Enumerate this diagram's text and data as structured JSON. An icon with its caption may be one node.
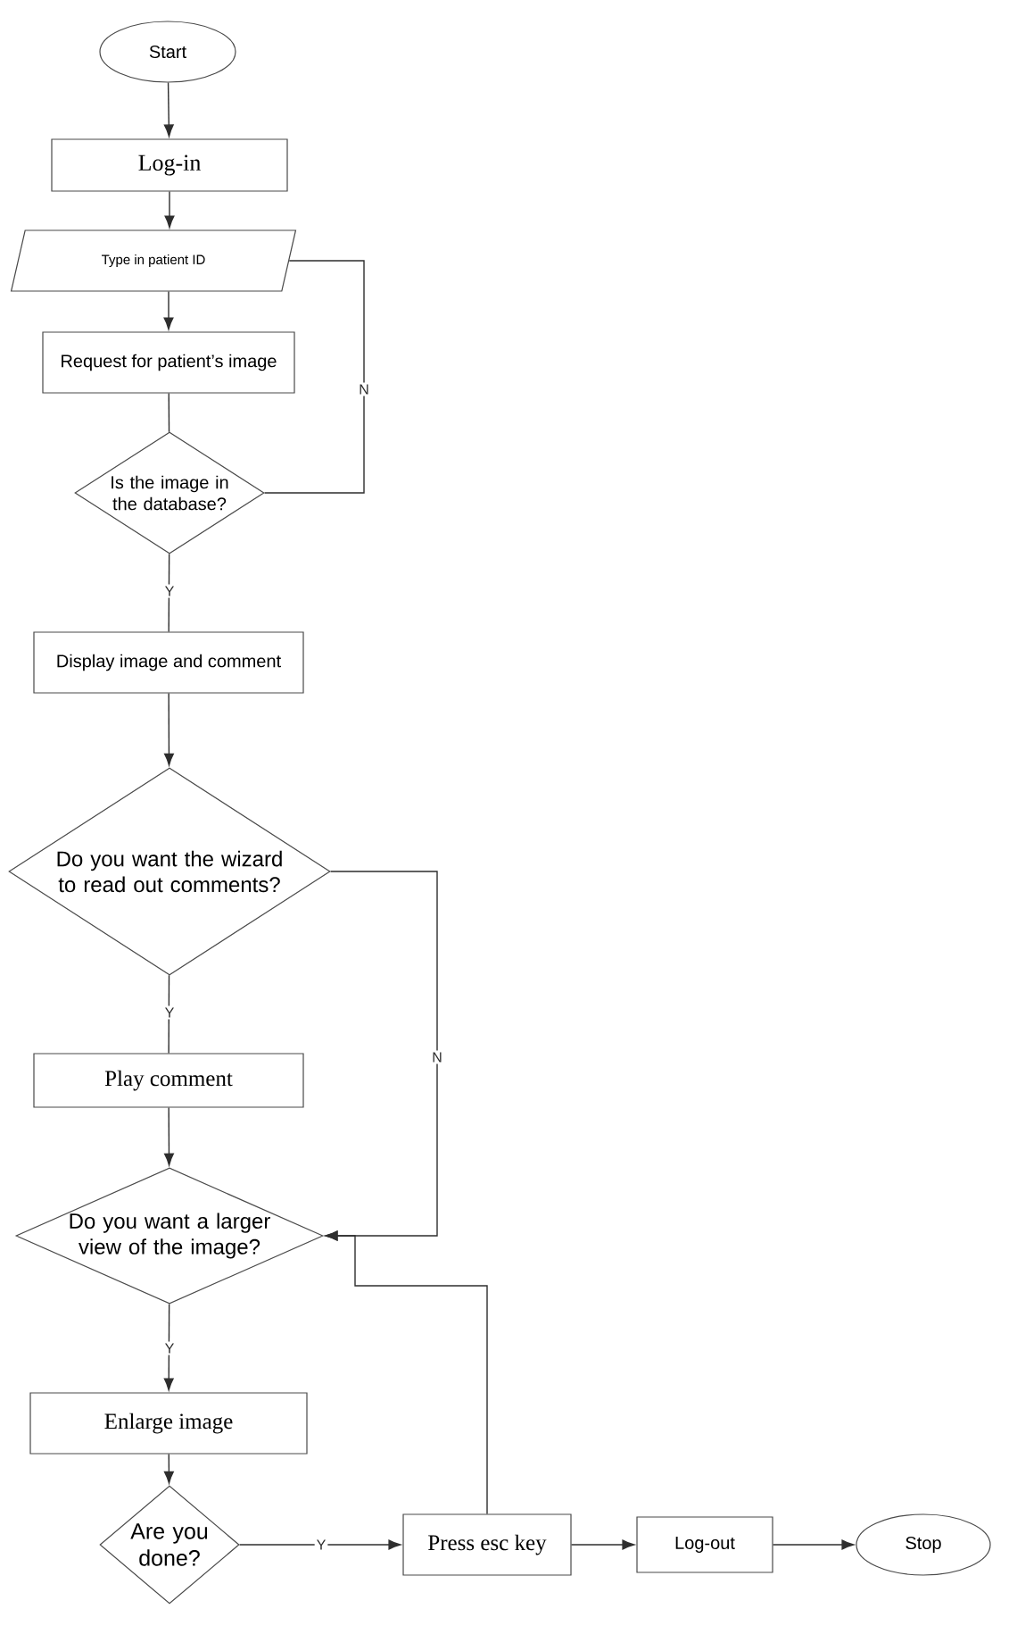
{
  "diagram": {
    "nodes": [
      {
        "text": [
          "Start"
        ]
      },
      {
        "text": [
          "Log-in"
        ]
      },
      {
        "text": [
          "Type in patient ID"
        ]
      },
      {
        "text": [
          "Request for patient’s image"
        ]
      },
      {
        "text": [
          "Is the image in the database?"
        ]
      },
      {
        "text": [
          "Display image and comment"
        ]
      },
      {
        "text": [
          "Do you want the wizard to read out comments?"
        ]
      },
      {
        "text": [
          "Play comment"
        ]
      },
      {
        "text": [
          "Do you want a larger view of the image?"
        ]
      },
      {
        "text": [
          "Enlarge image"
        ]
      },
      {
        "text": [
          "Are you done?"
        ]
      },
      {
        "text": [
          "Press esc key"
        ]
      },
      {
        "text": [
          "Log-out"
        ]
      },
      {
        "text": [
          "Stop"
        ]
      }
    ],
    "edges": [
      {
        "from": 0,
        "to": 1,
        "arrow": "to"
      },
      {
        "from": 1,
        "to": 2,
        "arrow": "to"
      },
      {
        "from": 2,
        "to": 3,
        "arrow": "to"
      },
      {
        "from": 3,
        "to": 4,
        "arrow": "none"
      },
      {
        "from": 4,
        "to": 2,
        "arrow": "none",
        "label": "N"
      },
      {
        "from": 4,
        "to": 5,
        "arrow": "none",
        "label": "Y"
      },
      {
        "from": 5,
        "to": 6,
        "arrow": "to"
      },
      {
        "from": 6,
        "to": 7,
        "arrow": "none",
        "label": "Y"
      },
      {
        "from": 6,
        "to": 8,
        "arrow": "to",
        "label": "N"
      },
      {
        "from": 7,
        "to": 8,
        "arrow": "to"
      },
      {
        "from": 8,
        "to": 9,
        "arrow": "to",
        "label": "Y"
      },
      {
        "from": 9,
        "to": 10,
        "arrow": "to"
      },
      {
        "from": 10,
        "to": 11,
        "arrow": "to",
        "label": "Y"
      },
      {
        "from": 11,
        "to": 8,
        "arrow": "to"
      },
      {
        "from": 11,
        "to": 12,
        "arrow": "to"
      },
      {
        "from": 12,
        "to": 13,
        "arrow": "to"
      }
    ]
  }
}
